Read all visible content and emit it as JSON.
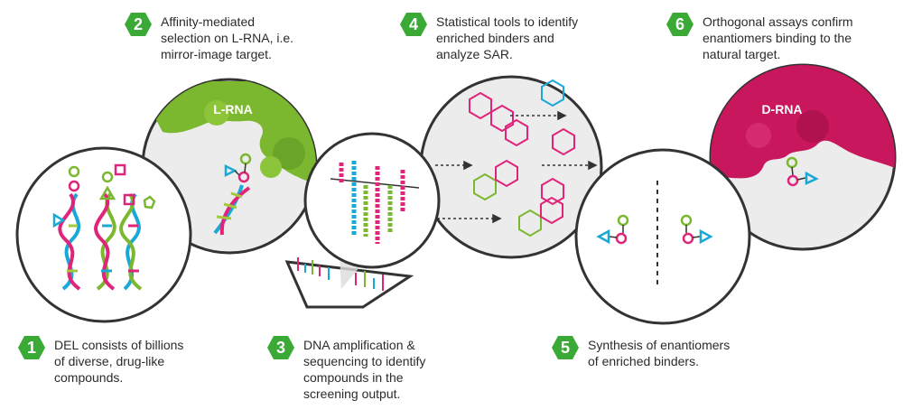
{
  "colors": {
    "green": "#3aa935",
    "lime": "#7cb82f",
    "magenta": "#e0247a",
    "pink": "#c8175d",
    "cyan": "#1aa9d6",
    "yellow_green": "#a3c83a",
    "circle_stroke": "#333333",
    "circle_fill": "#ffffff",
    "grey_fill": "#ececec"
  },
  "steps": [
    {
      "number": "1",
      "text": "DEL consists of billions\nof diverse, drug-like\ncompounds."
    },
    {
      "number": "2",
      "text": "Affinity-mediated\nselection on L-RNA, i.e.\nmirror-image target."
    },
    {
      "number": "3",
      "text": "DNA amplification &\nsequencing to identify\ncompounds in the\nscreening output."
    },
    {
      "number": "4",
      "text": "Statistical tools to identify\nenriched binders and\nanalyze SAR."
    },
    {
      "number": "5",
      "text": "Synthesis of enantiomers\nof enriched binders."
    },
    {
      "number": "6",
      "text": "Orthogonal assays confirm\nenantiomers binding to the\nnatural target."
    }
  ],
  "labels": {
    "l_rna": "L-RNA",
    "d_rna": "D-RNA"
  }
}
